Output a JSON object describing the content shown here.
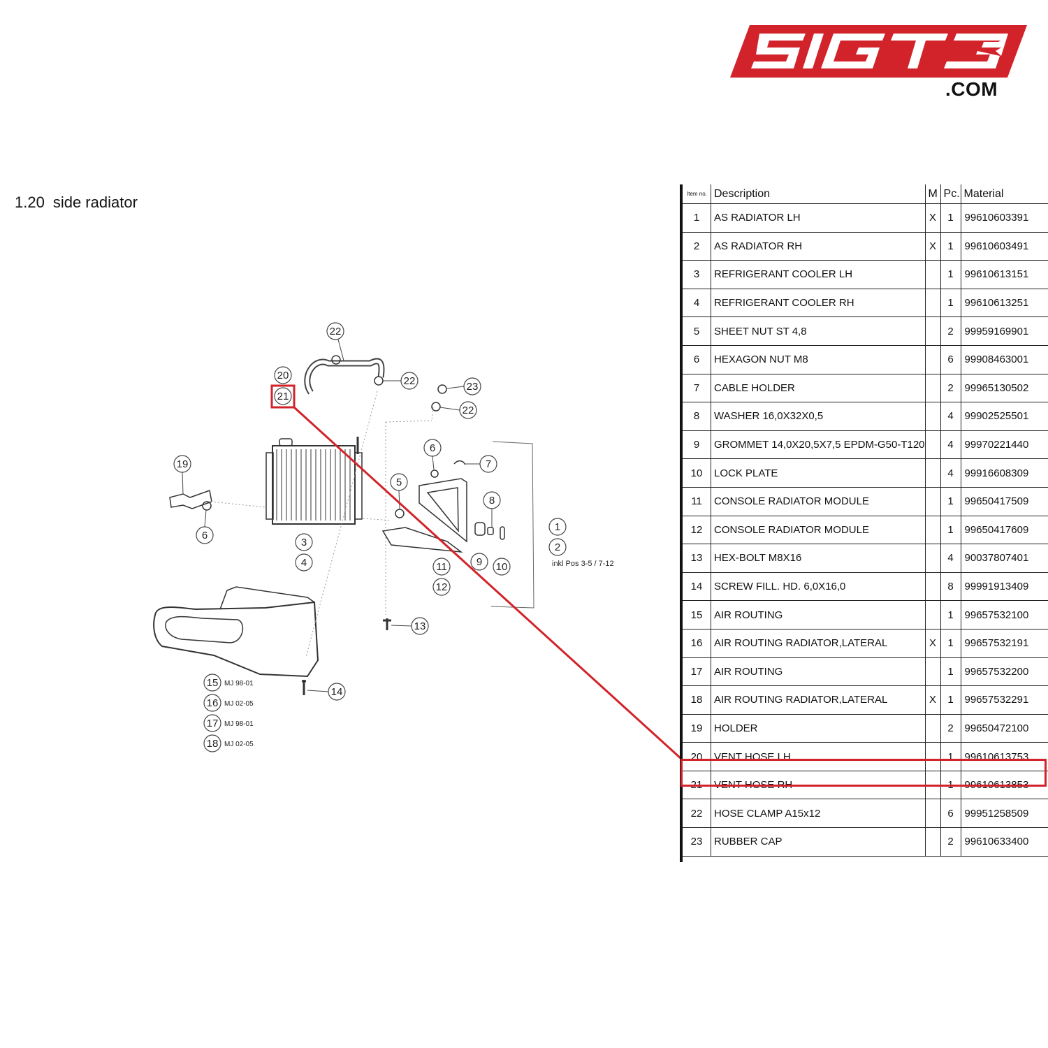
{
  "logo": {
    "text": "SIGT3",
    "suffix": ".COM",
    "color": "#d2232a"
  },
  "page": {
    "section_number": "1.20",
    "section_title": "side radiator"
  },
  "diagram": {
    "callouts": [
      "22",
      "20",
      "22",
      "23",
      "21",
      "22",
      "19",
      "6",
      "7",
      "5",
      "8",
      "6",
      "3",
      "4",
      "1",
      "2",
      "9",
      "10",
      "11",
      "12",
      "13",
      "15",
      "16",
      "17",
      "18",
      "14"
    ],
    "variant_notes": {
      "mj_9801_a": "MJ 98-01",
      "mj_0205_a": "MJ 02-05",
      "mj_9801_b": "MJ 98-01",
      "mj_0205_b": "MJ 02-05"
    },
    "group_note": "inkl Pos 3-5 / 7-12",
    "highlight_color": "#d2232a"
  },
  "table": {
    "headers": {
      "item": "Item no.",
      "description": "Description",
      "m": "M",
      "pc": "Pc.",
      "material": "Material"
    },
    "rows": [
      {
        "item": "1",
        "description": "AS RADIATOR LH",
        "m": "X",
        "pc": "1",
        "material": "99610603391"
      },
      {
        "item": "2",
        "description": "AS RADIATOR RH",
        "m": "X",
        "pc": "1",
        "material": "99610603491"
      },
      {
        "item": "3",
        "description": "REFRIGERANT COOLER LH",
        "m": "",
        "pc": "1",
        "material": "99610613151"
      },
      {
        "item": "4",
        "description": "REFRIGERANT COOLER RH",
        "m": "",
        "pc": "1",
        "material": "99610613251"
      },
      {
        "item": "5",
        "description": "SHEET NUT ST 4,8",
        "m": "",
        "pc": "2",
        "material": "99959169901"
      },
      {
        "item": "6",
        "description": "HEXAGON NUT M8",
        "m": "",
        "pc": "6",
        "material": "99908463001"
      },
      {
        "item": "7",
        "description": "CABLE HOLDER",
        "m": "",
        "pc": "2",
        "material": "99965130502"
      },
      {
        "item": "8",
        "description": "WASHER 16,0X32X0,5",
        "m": "",
        "pc": "4",
        "material": "99902525501"
      },
      {
        "item": "9",
        "description": "GROMMET 14,0X20,5X7,5 EPDM-G50-T120",
        "m": "",
        "pc": "4",
        "material": "99970221440"
      },
      {
        "item": "10",
        "description": "LOCK PLATE",
        "m": "",
        "pc": "4",
        "material": "99916608309"
      },
      {
        "item": "11",
        "description": "CONSOLE RADIATOR MODULE",
        "m": "",
        "pc": "1",
        "material": "99650417509"
      },
      {
        "item": "12",
        "description": "CONSOLE RADIATOR MODULE",
        "m": "",
        "pc": "1",
        "material": "99650417609"
      },
      {
        "item": "13",
        "description": "HEX-BOLT M8X16",
        "m": "",
        "pc": "4",
        "material": "90037807401"
      },
      {
        "item": "14",
        "description": "SCREW FILL. HD. 6,0X16,0",
        "m": "",
        "pc": "8",
        "material": "99991913409"
      },
      {
        "item": "15",
        "description": "AIR ROUTING",
        "m": "",
        "pc": "1",
        "material": "99657532100"
      },
      {
        "item": "16",
        "description": "AIR ROUTING RADIATOR,LATERAL",
        "m": "X",
        "pc": "1",
        "material": "99657532191"
      },
      {
        "item": "17",
        "description": "AIR ROUTING",
        "m": "",
        "pc": "1",
        "material": "99657532200"
      },
      {
        "item": "18",
        "description": "AIR ROUTING RADIATOR,LATERAL",
        "m": "X",
        "pc": "1",
        "material": "99657532291"
      },
      {
        "item": "19",
        "description": "HOLDER",
        "m": "",
        "pc": "2",
        "material": "99650472100"
      },
      {
        "item": "20",
        "description": "VENT HOSE LH",
        "m": "",
        "pc": "1",
        "material": "99610613753"
      },
      {
        "item": "21",
        "description": "VENT HOSE RH",
        "m": "",
        "pc": "1",
        "material": "99610613853"
      },
      {
        "item": "22",
        "description": "HOSE CLAMP A15x12",
        "m": "",
        "pc": "6",
        "material": "99951258509"
      },
      {
        "item": "23",
        "description": "RUBBER CAP",
        "m": "",
        "pc": "2",
        "material": "99610633400"
      }
    ],
    "highlighted_item": "21"
  }
}
